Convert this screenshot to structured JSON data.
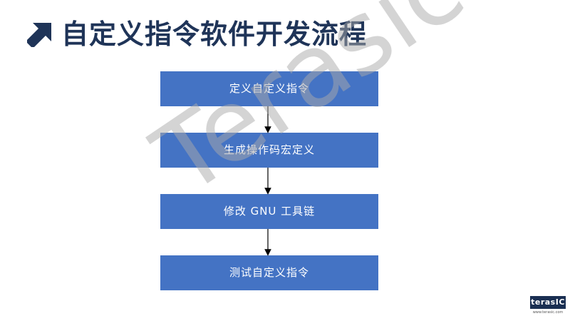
{
  "header": {
    "title": "自定义指令软件开发流程",
    "icon": "arrow-up-right-icon"
  },
  "flow": {
    "steps": [
      {
        "label": "定义自定义指令"
      },
      {
        "label": "生成操作码宏定义"
      },
      {
        "label": "修改 GNU 工具链"
      },
      {
        "label": "测试自定义指令"
      }
    ]
  },
  "watermark": {
    "text": "Terasic"
  },
  "logo": {
    "text": "terasIC",
    "url": "www.terasic.com"
  },
  "colors": {
    "title": "#1f3458",
    "box_fill": "#4473c4",
    "box_text": "#ffffff",
    "arrow": "#000000",
    "logo_bg": "#1a2f52"
  }
}
